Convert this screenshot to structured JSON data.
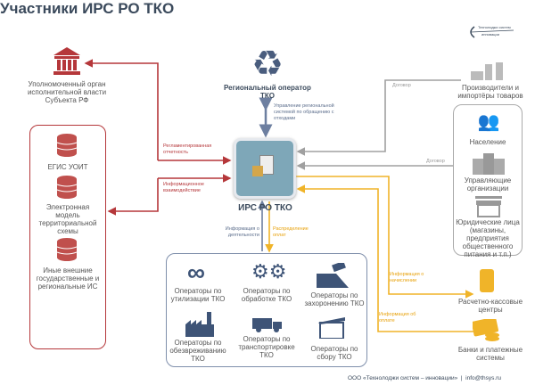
{
  "title": "Участники ИРС РО ТКО",
  "logo": {
    "line1": "Технолоджи систем",
    "line2": "инновации"
  },
  "authority": "Уполномоченный орган исполнительной власти Субъекта РФ",
  "left_systems": [
    "ЕГИС УОИТ",
    "Электронная модель территориальной схемы",
    "Иные внешние государственные и региональные ИС"
  ],
  "regional_operator": "Региональный оператор ТКО",
  "center": "ИРС РО ТКО",
  "labels": {
    "management": "Управление региональной системой по обращению с отходами",
    "reporting": "Регламентированная отчетность",
    "interaction": "Информационное взаимодействие",
    "contract1": "Договор",
    "contract2": "Договор",
    "activity_info": "Информация о деятельности",
    "payment_distribution": "Распределение оплат",
    "accrual_info": "Информация о начислении",
    "payment_info": "Информация об оплате"
  },
  "producers": "Производители и импортёры товаров",
  "consumers": [
    "Население",
    "Управляющие организации",
    "Юридические лица (магазины, предприятия общественного питания и т.п.)"
  ],
  "operators": [
    "Операторы по утилизации ТКО",
    "Операторы по обработке ТКО",
    "Операторы по захоронению ТКО",
    "Операторы по обезвреживанию ТКО",
    "Операторы по транспортировке ТКО",
    "Операторы по сбору ТКО"
  ],
  "cash_centers": "Расчетно-кассовые центры",
  "banks": "Банки и платежные системы",
  "footer": "ООО «Технолоджи систем – инновации»  |  info@thsys.ru",
  "colors": {
    "red": "#b5373a",
    "yellow": "#f0b429",
    "gray": "#a0a0a0",
    "blue": "#3e5477"
  }
}
